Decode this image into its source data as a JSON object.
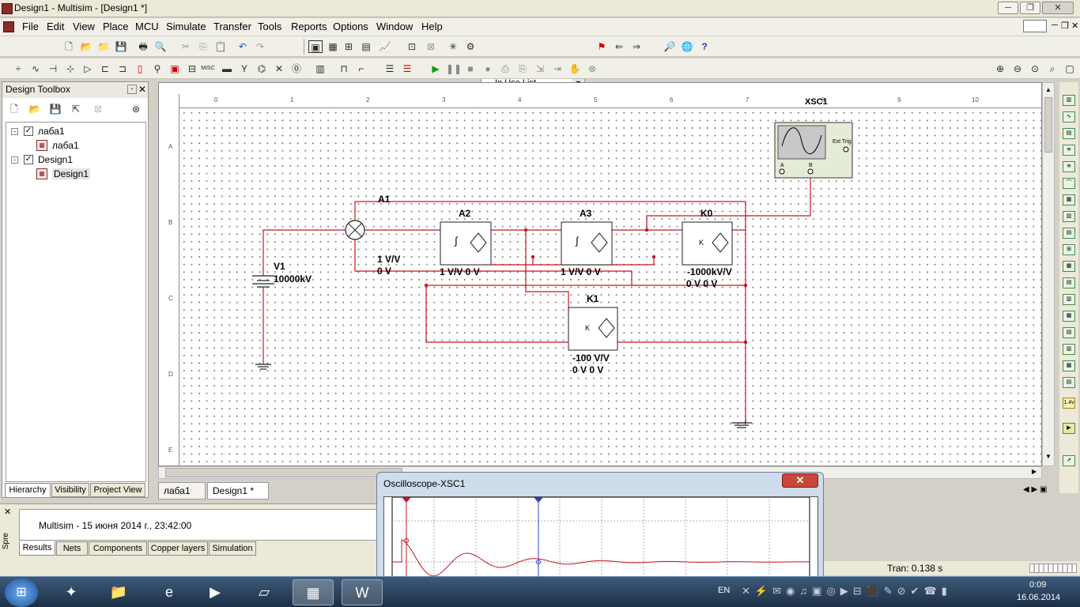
{
  "window": {
    "title": "Design1 - Multisim - [Design1 *]",
    "min": "─",
    "restore": "❐",
    "close": "✕"
  },
  "menu": [
    "File",
    "Edit",
    "View",
    "Place",
    "MCU",
    "Simulate",
    "Transfer",
    "Tools",
    "Reports",
    "Options",
    "Window",
    "Help"
  ],
  "toolbar": {
    "in_use_list": "--- In Use List ---"
  },
  "toolbox": {
    "title": "Design Toolbox",
    "tree": [
      {
        "label": "лаба1",
        "child": "лаба1"
      },
      {
        "label": "Design1",
        "child": "Design1"
      }
    ],
    "tabs": [
      "Hierarchy",
      "Visibility",
      "Project View"
    ]
  },
  "ruler": {
    "top": [
      "0",
      "1",
      "2",
      "3",
      "4",
      "5",
      "6",
      "7",
      "8",
      "9",
      "10"
    ],
    "left": [
      "A",
      "B",
      "C",
      "D",
      "E"
    ]
  },
  "schematic": {
    "xsc1": "XSC1",
    "ext_trig": "Ext Trig",
    "ch_a": "A",
    "ch_b": "B",
    "a1": "A1",
    "a1_gain": "1 V/V",
    "a1_offset": "0 V",
    "a2": "A2",
    "a2_params": "1 V/V 0 V",
    "a3": "A3",
    "a3_params": "1 V/V 0 V",
    "k0": "K0",
    "k0_gain": "-1000kV/V",
    "k0_offset": "0 V 0 V",
    "k1": "K1",
    "k1_gain": "-100 V/V",
    "k1_offset": "0 V 0 V",
    "v1": "V1",
    "v1_value": "10000kV",
    "integrator_symbol": "∫",
    "gain_symbol": "K"
  },
  "doc_tabs": [
    "лаба1",
    "Design1 *"
  ],
  "spreadsheet": {
    "side_label": "Spre",
    "message": "Multisim  -  15 июня 2014 г., 23:42:00",
    "tabs": [
      "Results",
      "Nets",
      "Components",
      "Copper layers",
      "Simulation"
    ]
  },
  "status": {
    "tran": "Tran: 0.138 s"
  },
  "oscilloscope": {
    "title": "Oscilloscope-XSC1",
    "close": "✕"
  },
  "taskbar": {
    "lang": "EN",
    "time": "0:09",
    "date": "16.06.2014"
  },
  "colors": {
    "wire": "#c8141e",
    "cursor": "#2a3fd0",
    "trace": "#c8141e"
  }
}
